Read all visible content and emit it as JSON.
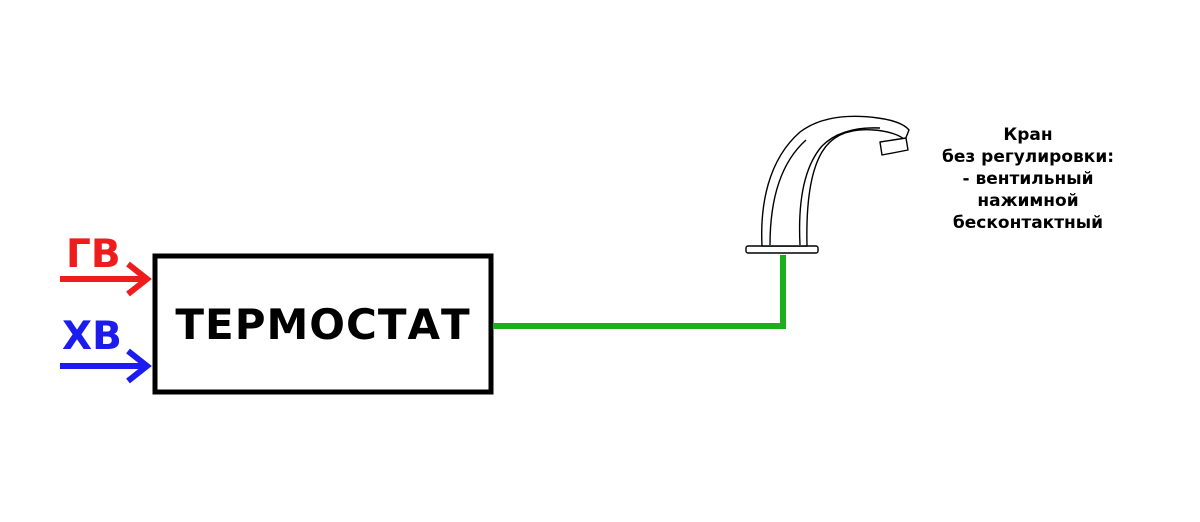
{
  "colors": {
    "hot": "#ee1c1c",
    "cold": "#1c1cee",
    "outlet_pipe": "#1ab01a",
    "outline": "#000000"
  },
  "inputs": {
    "hot_label": "ГВ",
    "cold_label": "ХВ"
  },
  "thermostat": {
    "label": "ТЕРМОСТАТ"
  },
  "faucet": {
    "icon": "faucet-icon",
    "note_lines": [
      "Кран",
      "без регулировки:",
      "- вентильный",
      "нажимной",
      "бесконтактный"
    ]
  }
}
